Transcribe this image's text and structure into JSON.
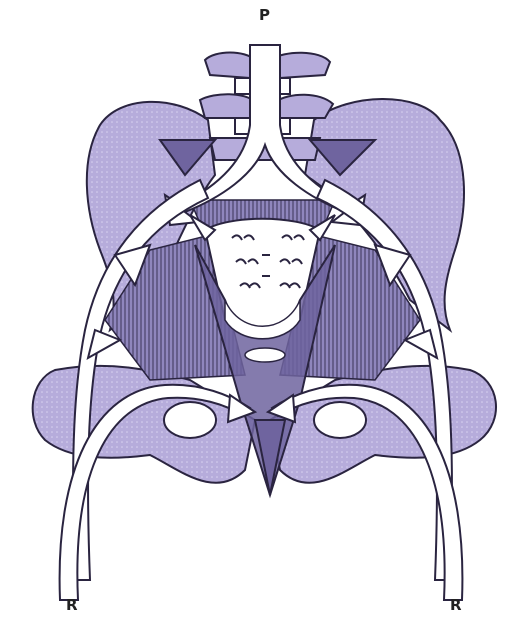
{
  "labels": {
    "top": "P",
    "bottom_left": "R",
    "bottom_right": "R"
  },
  "colors": {
    "bone_light": "#b9b0dd",
    "bone_mid": "#9d93cc",
    "bone_dark": "#6f649f",
    "outline": "#2a2440",
    "arrow_fill": "#ffffff",
    "hatch": "#3b3458"
  }
}
